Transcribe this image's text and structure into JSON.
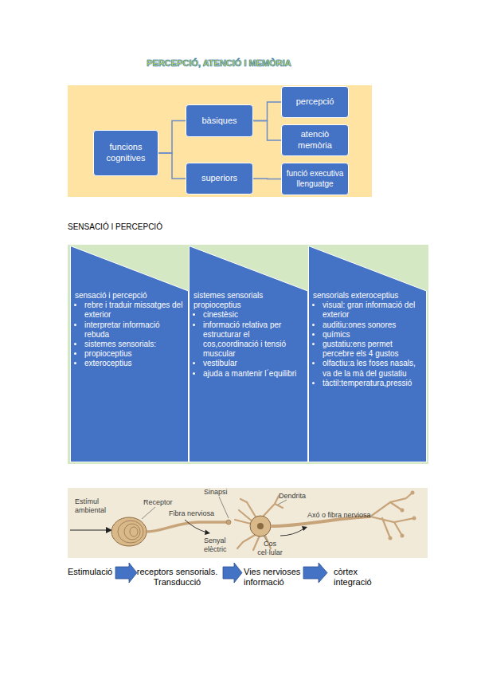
{
  "diagram": {
    "title": "PERCEPCIÓ, ATENCIÓ I MEMÒRIA",
    "nodes": [
      {
        "text": [
          "funcions cognitives"
        ]
      },
      {
        "text": [
          "bàsiques"
        ]
      },
      {
        "text": [
          "superiors"
        ]
      },
      {
        "text": [
          "percepció"
        ]
      },
      {
        "text": [
          "atenciò memòria"
        ]
      },
      {
        "text": [
          "funció executiva llenguatge"
        ]
      },
      {
        "text": [
          "sensació i percepció",
          "rebre i traduir missatges del exterior",
          "interpretar informació rebuda",
          "sistemes sensorials:",
          "propioceptius",
          "exteroceptius"
        ]
      },
      {
        "text": [
          "sistemes sensorials propioceptius",
          "cinestèsic",
          "informació relativa per estructurar el cos,coordinació i tensió muscular",
          "vestibular",
          "ajuda a mantenir l´equilibri"
        ]
      },
      {
        "text": [
          "sensorials exteroceptius",
          "visual: gran informació del exterior",
          "auditiu:ones sonores",
          "químics",
          "gustatiu:ens permet percebre els 4 gustos",
          "olfactiu:a les foses nasals, va de la mà del gustatiu",
          "tàctil:temperatura,pressió"
        ]
      }
    ],
    "edges": [
      {
        "from": 0,
        "to": 1,
        "arrow": "none"
      },
      {
        "from": 0,
        "to": 2,
        "arrow": "none"
      },
      {
        "from": 1,
        "to": 3,
        "arrow": "none"
      },
      {
        "from": 1,
        "to": 4,
        "arrow": "none"
      },
      {
        "from": 2,
        "to": 5,
        "arrow": "none"
      }
    ],
    "labels": [
      "SENSACIÓ I PERCEPCIÓ",
      "Estímul ambiental",
      "Receptor",
      "Fibra nerviosa",
      "Sinapsi",
      "Dendrita",
      "Axó o fibra nerviosa",
      "Senyal elèctric",
      "Cos cel·lular",
      "Estimulació",
      "receptors sensorials. Transducció",
      "Vies nervioses informació",
      "còrtex integració"
    ]
  }
}
